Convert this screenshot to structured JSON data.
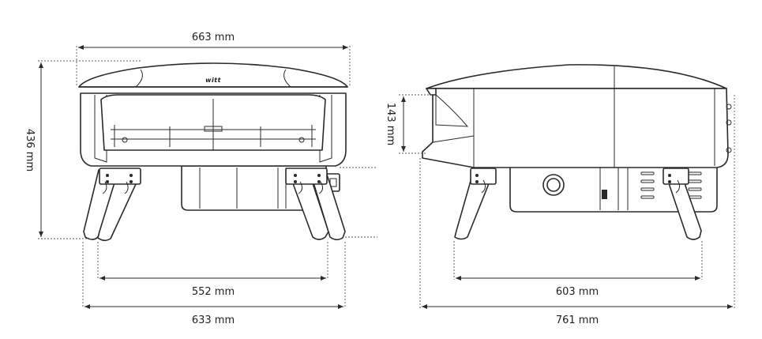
{
  "dimensions": {
    "front_top_width": "663 mm",
    "front_height": "436 mm",
    "front_inner_leg_span": "552 mm",
    "front_outer_leg_span": "633 mm",
    "side_opening_height": "143 mm",
    "side_leg_span": "603 mm",
    "side_total_depth": "761 mm"
  },
  "logo_text": "witt",
  "colors": {
    "line": "#2a2a2a",
    "background": "#ffffff"
  }
}
